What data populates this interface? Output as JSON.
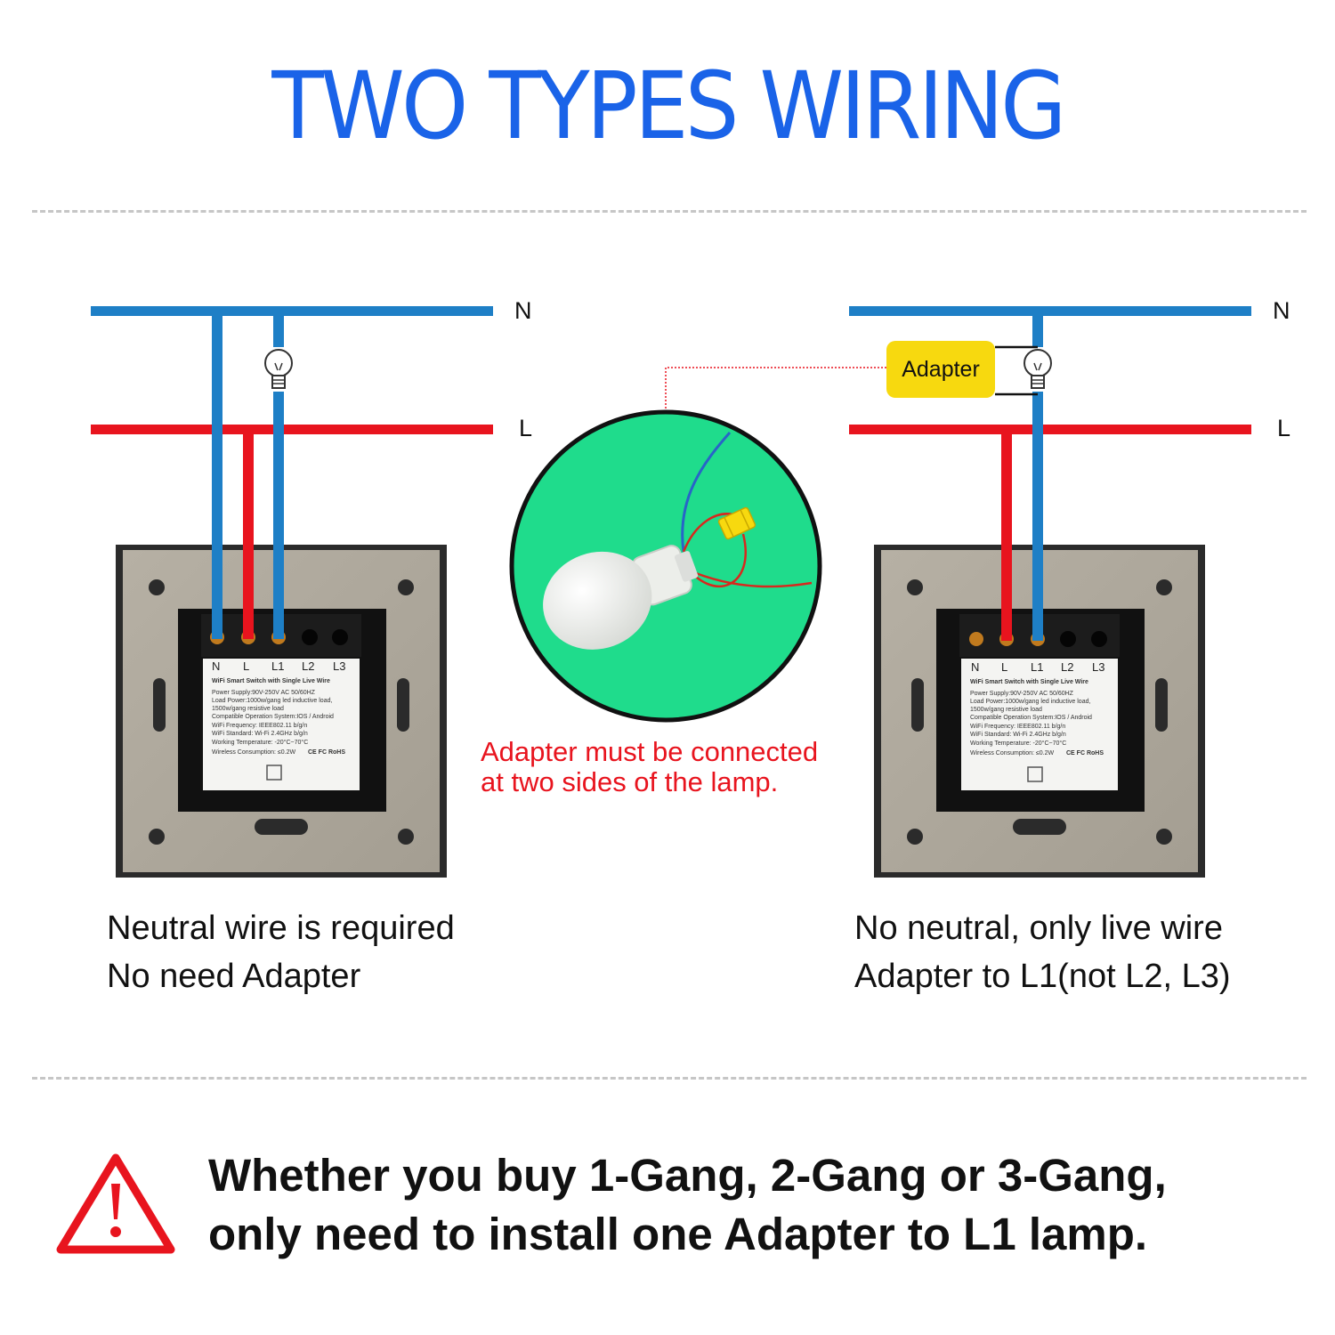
{
  "title": "TWO TYPES WIRING",
  "rail_labels": {
    "neutral": "N",
    "live": "L"
  },
  "left_panel": {
    "caption_line1": "Neutral wire is required",
    "caption_line2": "No need Adapter"
  },
  "right_panel": {
    "adapter_label": "Adapter",
    "caption_line1": "No neutral, only live wire",
    "caption_line2": "Adapter to L1(not L2, L3)"
  },
  "center_note": {
    "line1": "Adapter must be connected",
    "line2": "at two sides of the lamp."
  },
  "terminal_labels": [
    "N",
    "L",
    "L1",
    "L2",
    "L3"
  ],
  "module_label": {
    "heading": "WiFi Smart Switch with Single Live Wire",
    "specs": [
      "Power Supply:90V-250V AC  50/60HZ",
      "Load Power:1000w/gang led inductive load,",
      "1500w/gang resistive load",
      "Compatible Operation System:IOS / Android",
      "WiFi Frequency: IEEE802.11 b/g/n",
      "WiFi Standard: Wi-Fi 2.4GHz b/g/n",
      "Working Temperature: -20°C~70°C",
      "Wireless Consumption: ≤0.2W"
    ],
    "marks": "CE FC RoHS"
  },
  "warning": {
    "icon": "warning-triangle-icon",
    "line1": "Whether you buy 1-Gang, 2-Gang or 3-Gang,",
    "line2": "only need to install one Adapter to L1 lamp."
  },
  "colors": {
    "title": "#1a63e8",
    "neutral_wire": "#1e7fc6",
    "live_wire": "#e8141e",
    "adapter": "#f7d90f",
    "photo_bg": "#1fdc8c",
    "warning_red": "#e8141e"
  }
}
